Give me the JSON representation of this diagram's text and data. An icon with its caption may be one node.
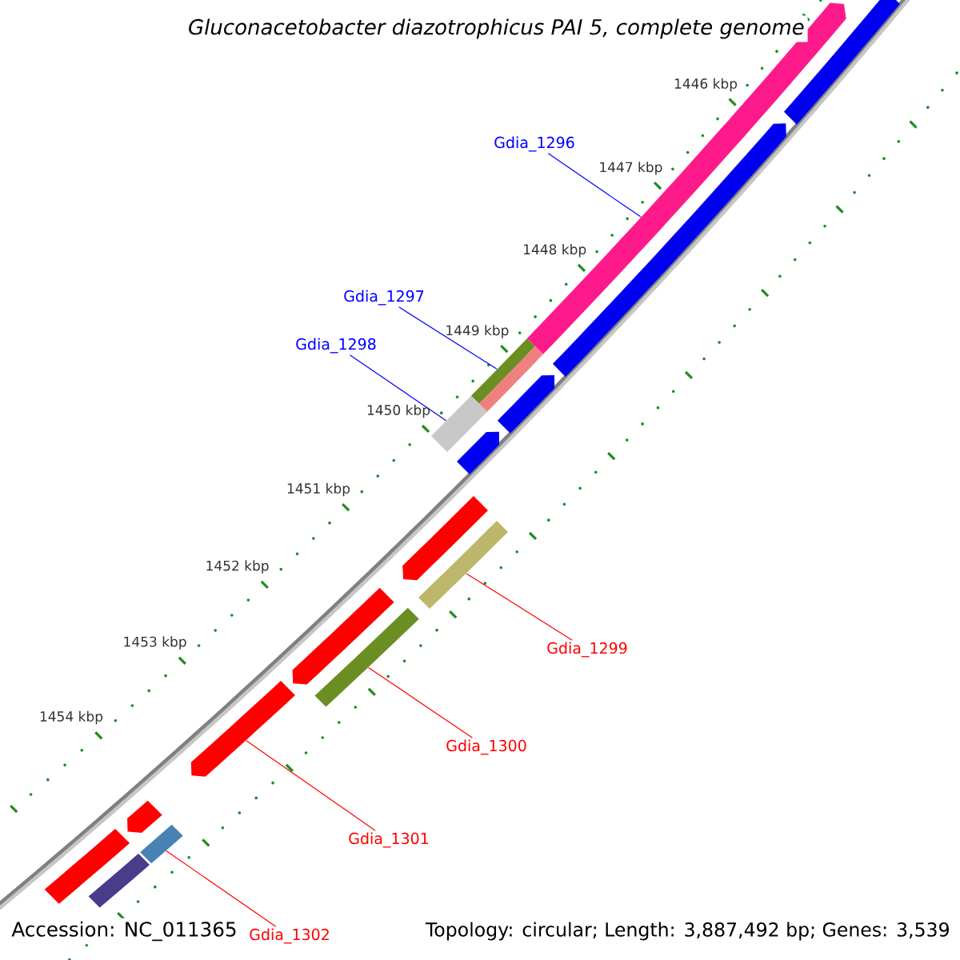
{
  "diagram": {
    "title": "*Gluconacetobacter diazotrophicus* PAI 5, complete genome",
    "nodes": [
      {
        "text": [
          "Gdia_1296"
        ]
      },
      {
        "text": [],
        "shape": "bar"
      },
      {
        "text": [
          "Gdia_1297"
        ]
      },
      {
        "text": [],
        "shape": "bar"
      },
      {
        "text": [
          "Gdia_1298"
        ]
      },
      {
        "text": [],
        "shape": "bar"
      },
      {
        "text": [
          "Gdia_1299"
        ]
      },
      {
        "text": [],
        "shape": "bar"
      },
      {
        "text": [
          "Gdia_1300"
        ]
      },
      {
        "text": [],
        "shape": "bar"
      },
      {
        "text": [
          "Gdia_1301"
        ]
      },
      {
        "text": [],
        "shape": "bar"
      },
      {
        "text": [
          "Gdia_1302"
        ]
      },
      {
        "text": [],
        "shape": "bar"
      },
      {
        "text": [],
        "shape": "bar"
      },
      {
        "text": [],
        "shape": "bar"
      },
      {
        "text": [],
        "shape": "bar"
      },
      {
        "text": [],
        "shape": "bar"
      },
      {
        "text": [],
        "shape": "bar"
      },
      {
        "text": [],
        "shape": "bar"
      },
      {
        "text": [],
        "shape": "bar"
      },
      {
        "text": [],
        "shape": "bar"
      },
      {
        "text": [],
        "shape": "bar"
      }
    ],
    "edges": [
      {
        "from": 0,
        "to": 1,
        "arrow": "none",
        "color": "#0000ff"
      },
      {
        "from": 2,
        "to": 3,
        "arrow": "none",
        "color": "#0000ff"
      },
      {
        "from": 4,
        "to": 5,
        "arrow": "none",
        "color": "#0000ff"
      },
      {
        "from": 6,
        "to": 7,
        "arrow": "none"
      },
      {
        "from": 8,
        "to": 9,
        "arrow": "none"
      },
      {
        "from": 10,
        "to": 11,
        "arrow": "none"
      },
      {
        "from": 12,
        "to": 13,
        "arrow": "none"
      }
    ],
    "labels": [
      "1446 kbp",
      "1447 kbp",
      "1448 kbp",
      "1449 kbp",
      "1450 kbp",
      "1451 kbp",
      "1452 kbp",
      "1453 kbp",
      "1454 kbp",
      "Accession: NC_011365",
      "Topology: circular; Length: 3,887,492 bp; Genes: 3,539"
    ]
  }
}
